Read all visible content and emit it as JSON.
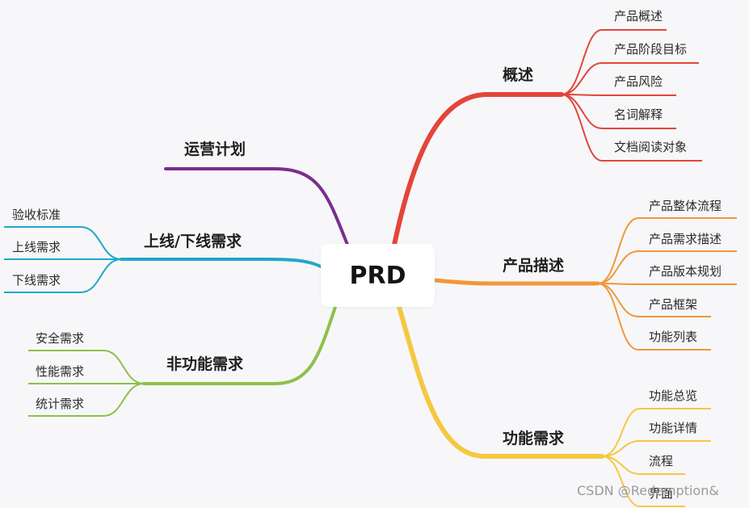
{
  "root": {
    "label": "PRD"
  },
  "branches": {
    "overview": {
      "label": "概述",
      "color": "#e4453a",
      "children": [
        "产品概述",
        "产品阶段目标",
        "产品风险",
        "名词解释",
        "文档阅读对象"
      ]
    },
    "product_desc": {
      "label": "产品描述",
      "color": "#f1973a",
      "children": [
        "产品整体流程",
        "产品需求描述",
        "产品版本规划",
        "产品框架",
        "功能列表"
      ]
    },
    "functional": {
      "label": "功能需求",
      "color": "#f5c842",
      "children": [
        "功能总览",
        "功能详情",
        "流程",
        "界面"
      ]
    },
    "operations": {
      "label": "运营计划",
      "color": "#7b2d8e",
      "children": []
    },
    "launch": {
      "label": "上线/下线需求",
      "color": "#22a7c9",
      "children": [
        "验收标准",
        "上线需求",
        "下线需求"
      ]
    },
    "nonfunctional": {
      "label": "非功能需求",
      "color": "#8dc04a",
      "children": [
        "安全需求",
        "性能需求",
        "统计需求"
      ]
    }
  },
  "watermark": "CSDN @Redemption&"
}
